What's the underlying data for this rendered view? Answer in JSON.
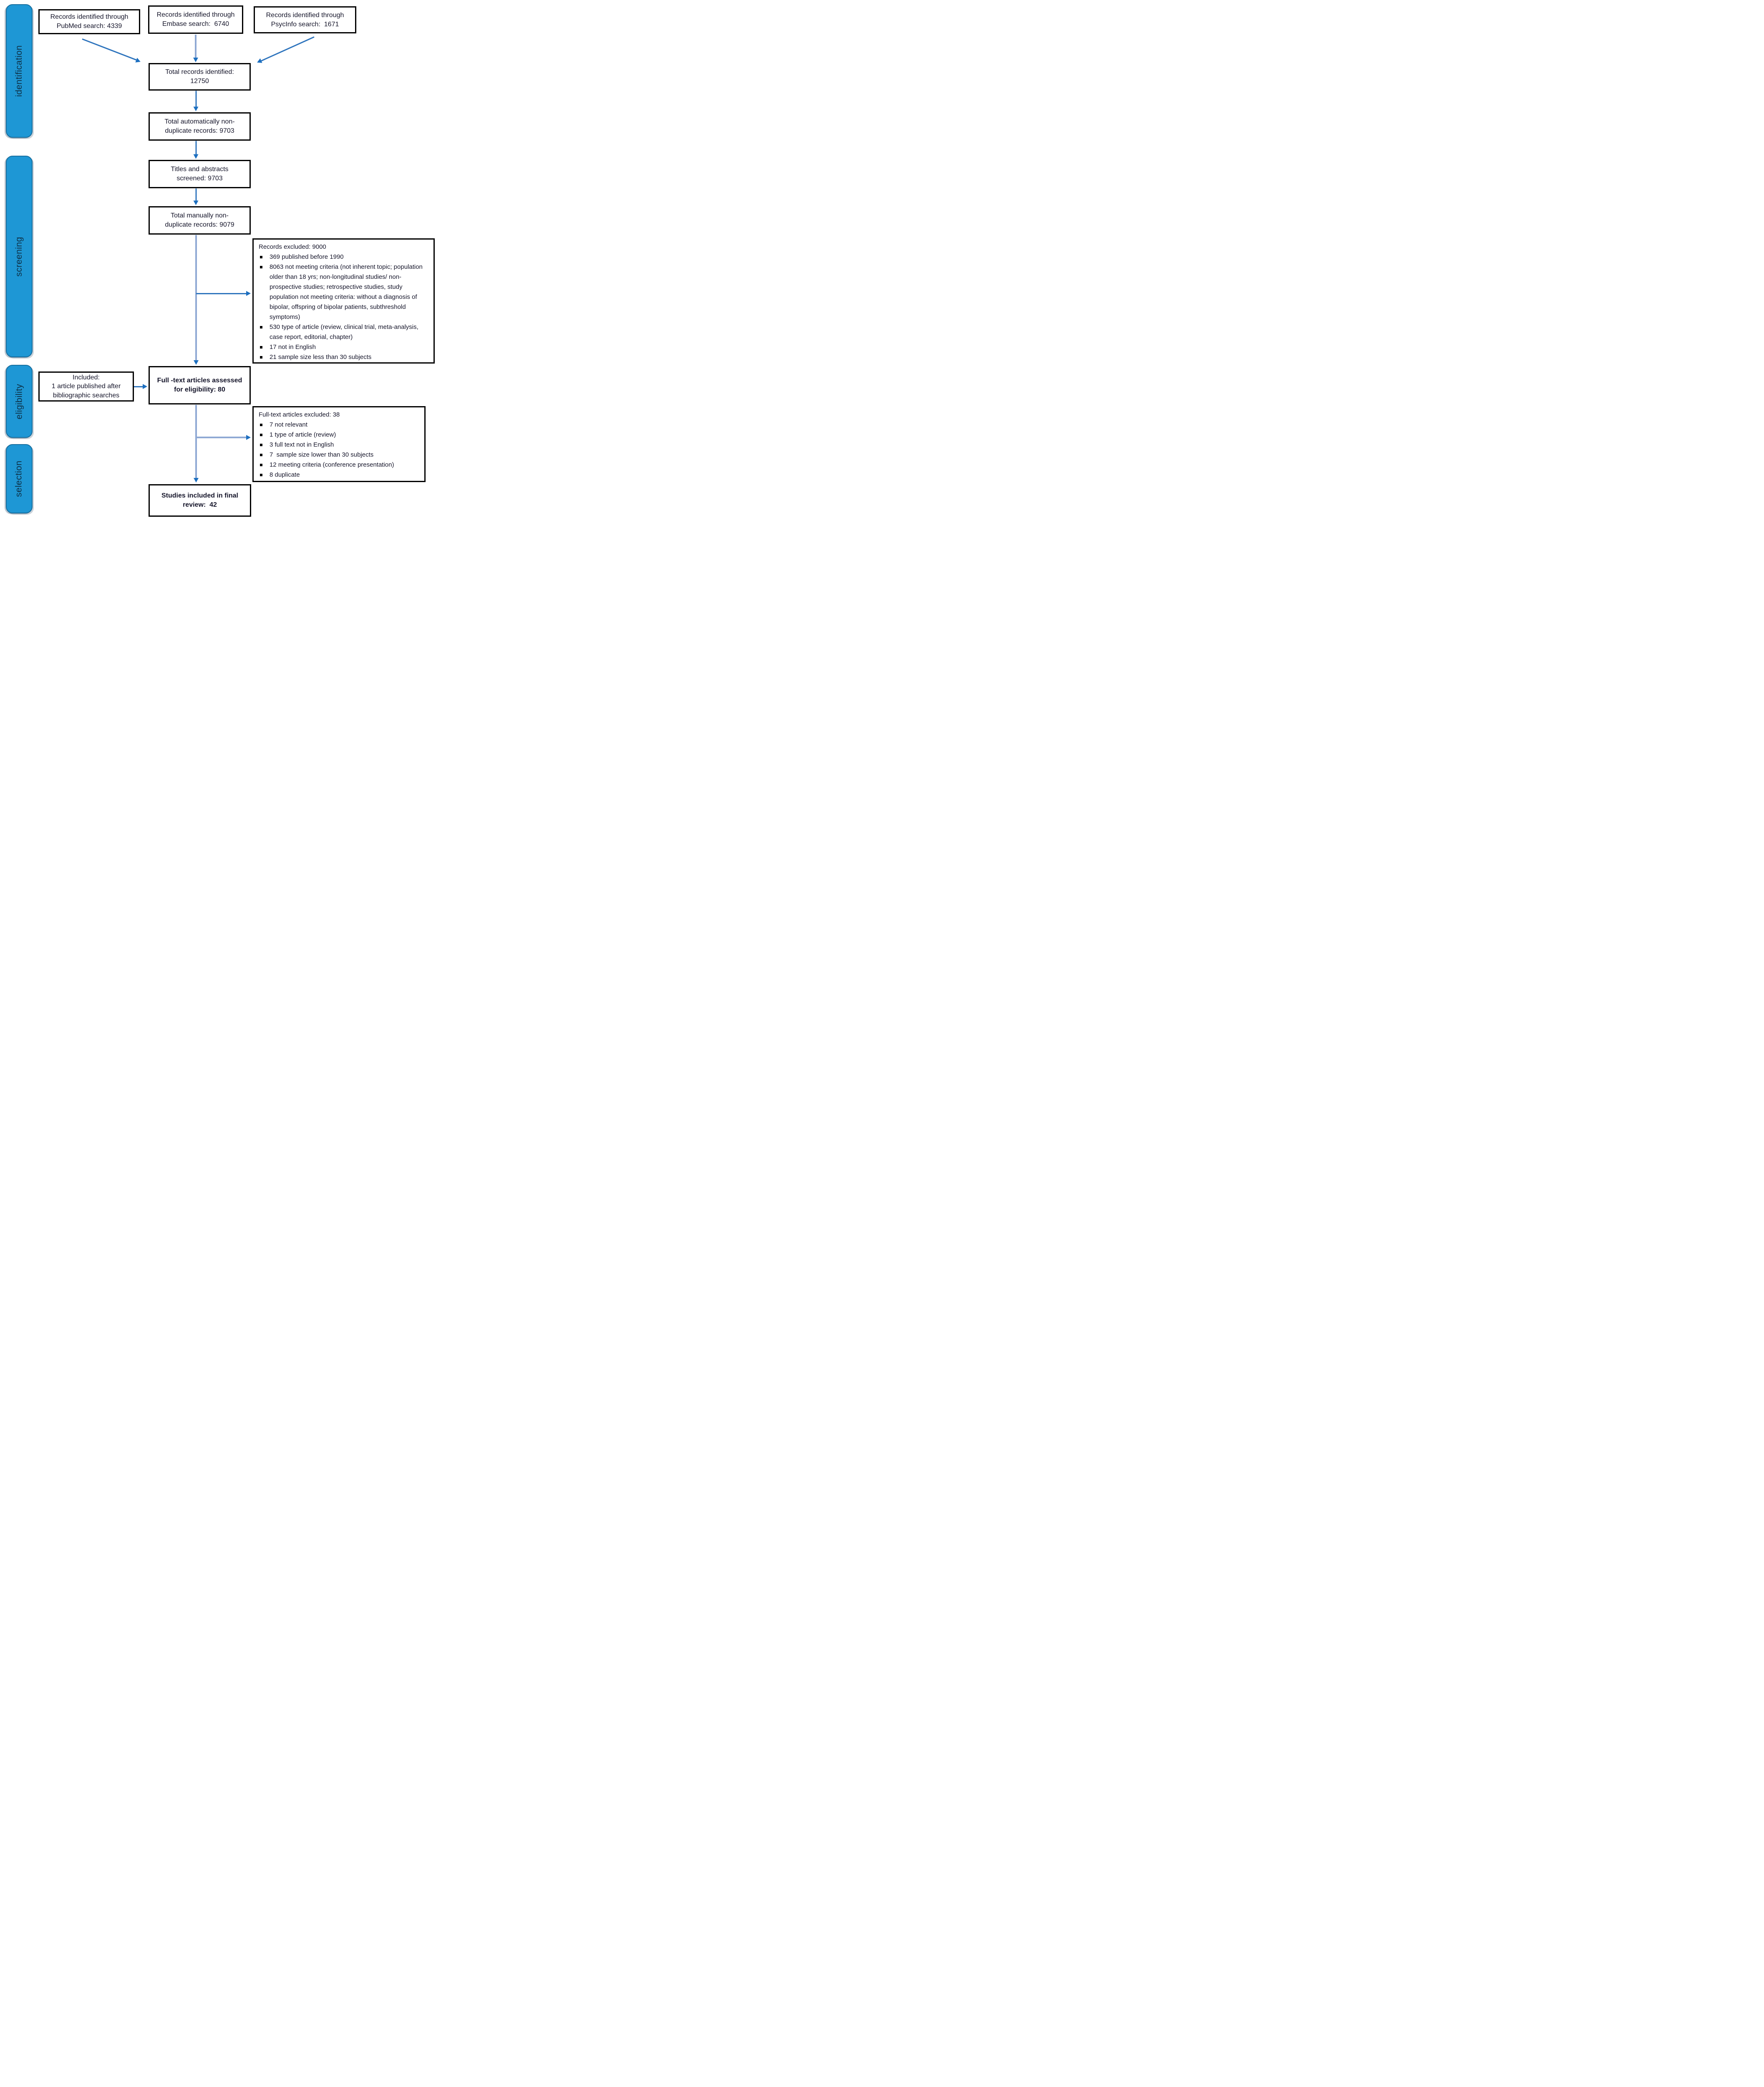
{
  "colors": {
    "background": "#FFFFFF",
    "sidebar_fill": "#1E97D5",
    "sidebar_border": "#176E9E",
    "sidebar_text": "#0D2F45",
    "box_border": "#000000",
    "box_text": "#15152A",
    "arrow_dark": "#2E74BD",
    "arrow_light": "#8FA9D4",
    "arrow_head": "#1C6FC0",
    "bullet_marker": "#000000"
  },
  "sidebar": {
    "stages": [
      {
        "label": "identification"
      },
      {
        "label": "screening"
      },
      {
        "label": "eligibility"
      },
      {
        "label": "selection"
      }
    ]
  },
  "boxes": {
    "pubmed": {
      "lines": [
        "Records identified through",
        "PubMed search: 4339"
      ]
    },
    "embase": {
      "lines": [
        "Records identified through",
        "Embase search:  6740"
      ]
    },
    "psycinfo": {
      "lines": [
        "Records identified through",
        "PsycInfo search:  1671"
      ]
    },
    "total_identified": {
      "lines": [
        "Total records identified:",
        "12750"
      ]
    },
    "auto_nonduplicate": {
      "lines": [
        "Total automatically non-",
        "duplicate records: 9703"
      ]
    },
    "titles_screened": {
      "lines": [
        "Titles and abstracts",
        "screened: 9703"
      ]
    },
    "manual_nonduplicate": {
      "lines": [
        "Total manually non-",
        "duplicate records: 9079"
      ]
    },
    "records_excluded": {
      "header": "Records excluded: 9000",
      "bullets": [
        "369 published before 1990",
        "8063 not meeting criteria (not inherent topic; population older than 18 yrs; non-longitudinal studies/ non-prospective studies; retrospective studies, study population not meeting criteria: without a diagnosis of bipolar, offspring of bipolar patients, subthreshold symptoms)",
        "530 type of article (review, clinical trial, meta-analysis, case report, editorial, chapter)",
        "17 not in English",
        "21 sample size less than 30 subjects"
      ]
    },
    "included_bibliographic": {
      "lines": [
        "Included:",
        "1 article published after",
        "bibliographic searches"
      ]
    },
    "fulltext_assessed": {
      "lines": [
        "Full -text articles assessed",
        "for eligibility: 80"
      ]
    },
    "fulltext_excluded": {
      "header": "Full-text articles excluded: 38",
      "bullets": [
        "7 not relevant",
        "1 type of article (review)",
        "3 full text not in English",
        "7  sample size lower than 30 subjects",
        "12 meeting criteria (conference presentation)",
        "8 duplicate"
      ]
    },
    "final_included": {
      "lines": [
        "Studies included in final",
        "review:  42"
      ]
    }
  }
}
